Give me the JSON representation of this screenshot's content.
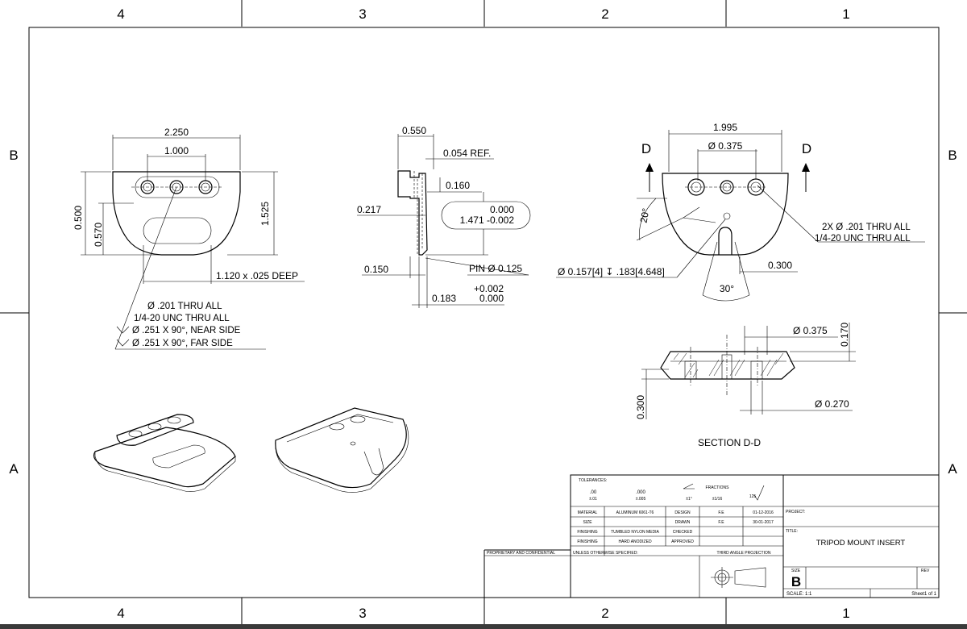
{
  "zones": {
    "columns_top": [
      "4",
      "3",
      "2",
      "1"
    ],
    "columns_bottom": [
      "4",
      "3",
      "2",
      "1"
    ],
    "rows_left": [
      "B",
      "A"
    ],
    "rows_right": [
      "B",
      "A"
    ]
  },
  "front_view": {
    "dim_width": "2.250",
    "dim_holes": "1.000",
    "dim_height_left": "0.500",
    "dim_height_slot": "0.570",
    "dim_height_right": "1.525",
    "dim_slot": "1.120 x .025 DEEP",
    "hole_note": [
      "Ø .201 THRU ALL",
      "1/4-20 UNC  THRU ALL",
      "Ø .251 X 90°, NEAR SIDE",
      "Ø .251 X 90°, FAR SIDE"
    ]
  },
  "side_view": {
    "dim_top": "0.550",
    "dim_ref": "0.054 REF.",
    "dim_a": "0.160",
    "dim_b": "0.217",
    "tol_box_upper": "0.000",
    "tol_box_lower": "1.471 -0.002",
    "dim_c": "0.150",
    "pin_note": "PIN Ø 0.125",
    "tol_plus": "+0.002",
    "tol_nominal": "0.183",
    "tol_zero": "0.000"
  },
  "rear_view": {
    "section_letter_left": "D",
    "section_letter_right": "D",
    "dim_width": "1.995",
    "dim_bore": "Ø 0.375",
    "angle_left": "20°",
    "angle_bottom": "30°",
    "dim_right": "0.300",
    "hole_note_1": "2X Ø .201 THRU ALL",
    "hole_note_2": "1/4-20 UNC  THRU ALL",
    "pin_hole_note": "Ø 0.157[4] ↧ .183[4.648]"
  },
  "section_view": {
    "dim_bore": "Ø 0.375",
    "dim_depth": "0.170",
    "dim_thickness": "0.300",
    "dim_small_bore": "Ø 0.270",
    "label": "SECTION D-D"
  },
  "title_block": {
    "tolerances_label": "TOLERANCES:",
    "tol_two_place": ".00",
    "tol_two_place_val": "±.01",
    "tol_three_place": ".000",
    "tol_three_place_val": "±.005",
    "tol_angle_val": "±1°",
    "fractions_label": "FRACTIONS",
    "fractions_val": "±1/16",
    "surface_finish": "125",
    "rows": [
      {
        "label": "MATERIAL",
        "value": "ALUMINUM 6061-T6",
        "role": "DESIGN",
        "name": "F.E",
        "date": "01-12-2016"
      },
      {
        "label": "SIZE",
        "value": "",
        "role": "DRAWN",
        "name": "F.E",
        "date": "30-01-2017"
      },
      {
        "label": "FINISHING",
        "value": "TUMBLED NYLON MEDIA",
        "role": "CHECKED",
        "name": "",
        "date": ""
      },
      {
        "label": "FINISHING",
        "value": "HARD ANODIZED",
        "role": "APPROVED",
        "name": "",
        "date": ""
      }
    ],
    "proprietary": "PROPRIETARY AND CONFIDENTIAL",
    "unless": "UNLESS OTHERWISE SPECIFIED:",
    "projection": "THIRD ANGLE PROJECTION",
    "project_label": "PROJECT:",
    "title_label": "TITLE:",
    "title": "TRIPOD MOUNT INSERT",
    "size_label": "SIZE",
    "size": "B",
    "rev_label": "REV",
    "scale": "SCALE:  1:1",
    "sheet": "Sheet1 of 1"
  }
}
